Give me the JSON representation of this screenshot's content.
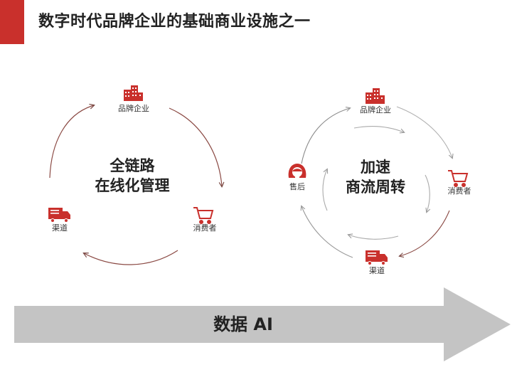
{
  "header": {
    "title": "数字时代品牌企业的基础商业设施之一",
    "accent_color": "#c9302c"
  },
  "left_cycle": {
    "center_line1": "全链路",
    "center_line2": "在线化管理",
    "nodes": [
      {
        "label": "品牌企业",
        "icon": "building-icon"
      },
      {
        "label": "消费者",
        "icon": "shopping-cart-icon"
      },
      {
        "label": "渠道",
        "icon": "delivery-truck-icon"
      }
    ]
  },
  "right_cycle": {
    "center_line1": "加速",
    "center_line2": "商流周转",
    "nodes": [
      {
        "label": "品牌企业",
        "icon": "building-icon"
      },
      {
        "label": "消费者",
        "icon": "shopping-cart-icon"
      },
      {
        "label": "渠道",
        "icon": "delivery-truck-icon"
      },
      {
        "label": "售后",
        "icon": "customer-service-icon"
      }
    ]
  },
  "banner": {
    "label": "数据 AI",
    "color": "#c4c4c4"
  },
  "icon_color": "#c9302c",
  "line_color": "#8b4a44"
}
